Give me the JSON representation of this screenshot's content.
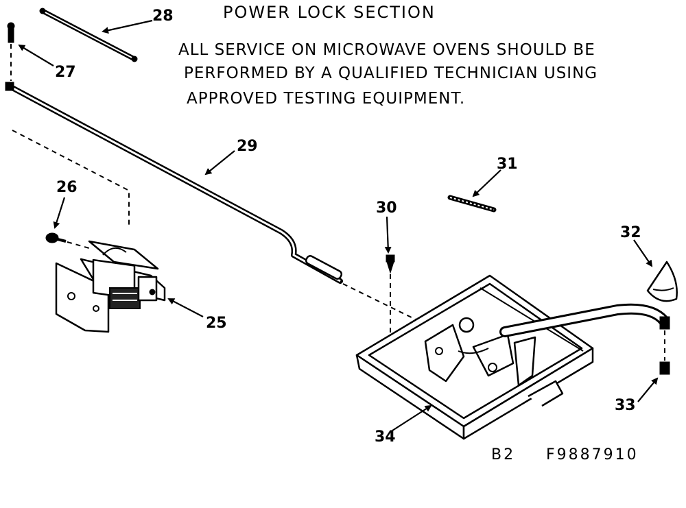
{
  "title": "POWER LOCK SECTION",
  "notice": {
    "line1": "ALL SERVICE ON MICROWAVE OVENS SHOULD BE",
    "line2": "PERFORMED BY A QUALIFIED  TECHNICIAN USING",
    "line3": "APPROVED TESTING EQUIPMENT."
  },
  "part_labels": {
    "p25": "25",
    "p26": "26",
    "p27": "27",
    "p28": "28",
    "p29": "29",
    "p30": "30",
    "p31": "31",
    "p32": "32",
    "p33": "33",
    "p34": "34"
  },
  "figure_code": {
    "section": "B2",
    "number": "F9887910"
  }
}
